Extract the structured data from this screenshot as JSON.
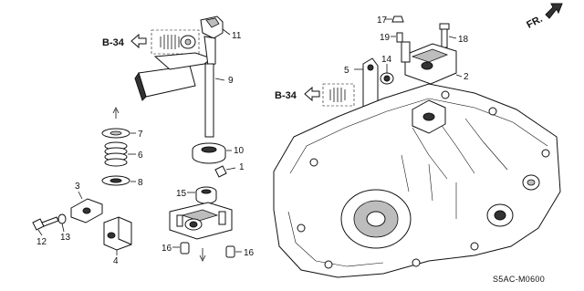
{
  "callouts": {
    "c1": "1",
    "c2": "2",
    "c3": "3",
    "c4": "4",
    "c5": "5",
    "c6": "6",
    "c7": "7",
    "c8": "8",
    "c9": "9",
    "c10": "10",
    "c11": "11",
    "c12": "12",
    "c13": "13",
    "c14": "14",
    "c15": "15",
    "c16a": "16",
    "c16b": "16",
    "c17": "17",
    "c18": "18",
    "c19": "19"
  },
  "references": {
    "left": "B-34",
    "right": "B-34"
  },
  "direction_label": "FR.",
  "diagram_code": "S5AC-M0600"
}
